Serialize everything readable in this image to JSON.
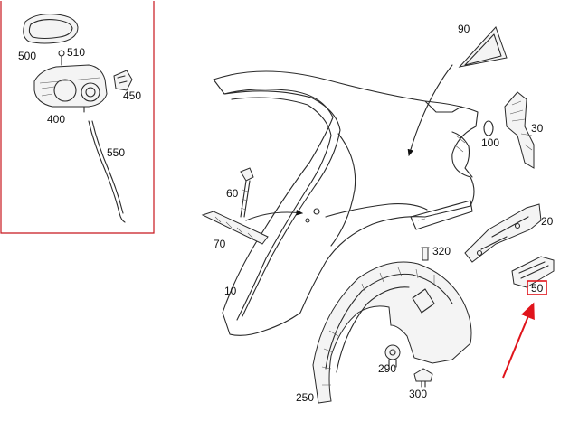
{
  "diagram": {
    "callouts": {
      "p500": "500",
      "p510": "510",
      "p450": "450",
      "p400": "400",
      "p550": "550",
      "p90": "90",
      "p100": "100",
      "p30": "30",
      "p60": "60",
      "p70": "70",
      "p20": "20",
      "p320": "320",
      "p10": "10",
      "p50": "50",
      "p290": "290",
      "p300": "300",
      "p250": "250"
    },
    "highlighted_part": "50",
    "colors": {
      "inset_border": "#c8161d",
      "highlight": "#e0141b",
      "line_art": "#2a2a2a"
    }
  }
}
